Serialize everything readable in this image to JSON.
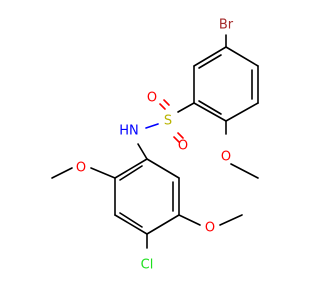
{
  "molecule": {
    "labels": {
      "br": "Br",
      "s": "S",
      "o_top": "O",
      "o_bottom": "O",
      "hn": "HN",
      "o_methoxy_right": "O",
      "o_methoxy_left": "O",
      "o_methoxy_lower": "O",
      "cl": "Cl"
    },
    "colors": {
      "carbon": "#000000",
      "bromine": "#a52a2a",
      "sulfur": "#b9b400",
      "oxygen": "#ff0000",
      "nitrogen": "#0000ff",
      "chlorine": "#1fe01f"
    }
  }
}
